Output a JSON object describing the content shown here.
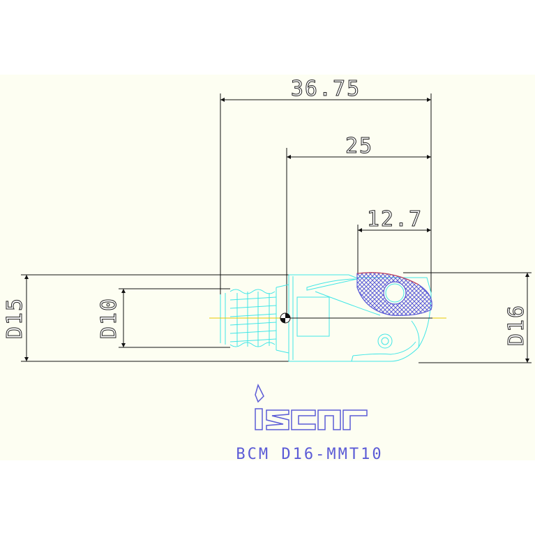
{
  "dimensions": {
    "overall_length": "36.75",
    "body_length": "25",
    "insert_length": "12.7",
    "shank_diameter": "D15",
    "thread_diameter": "D10",
    "cut_diameter": "D16"
  },
  "logo": {
    "text": "iscar",
    "color": "#5b5bd6"
  },
  "part_number": "BCM D16-MMT10",
  "colors": {
    "background": "#fdfef2",
    "tool_outline": "#41e6e6",
    "insert_fill": "#5b5bd6",
    "centerline": "#e6c800",
    "dimension": "#111111"
  }
}
